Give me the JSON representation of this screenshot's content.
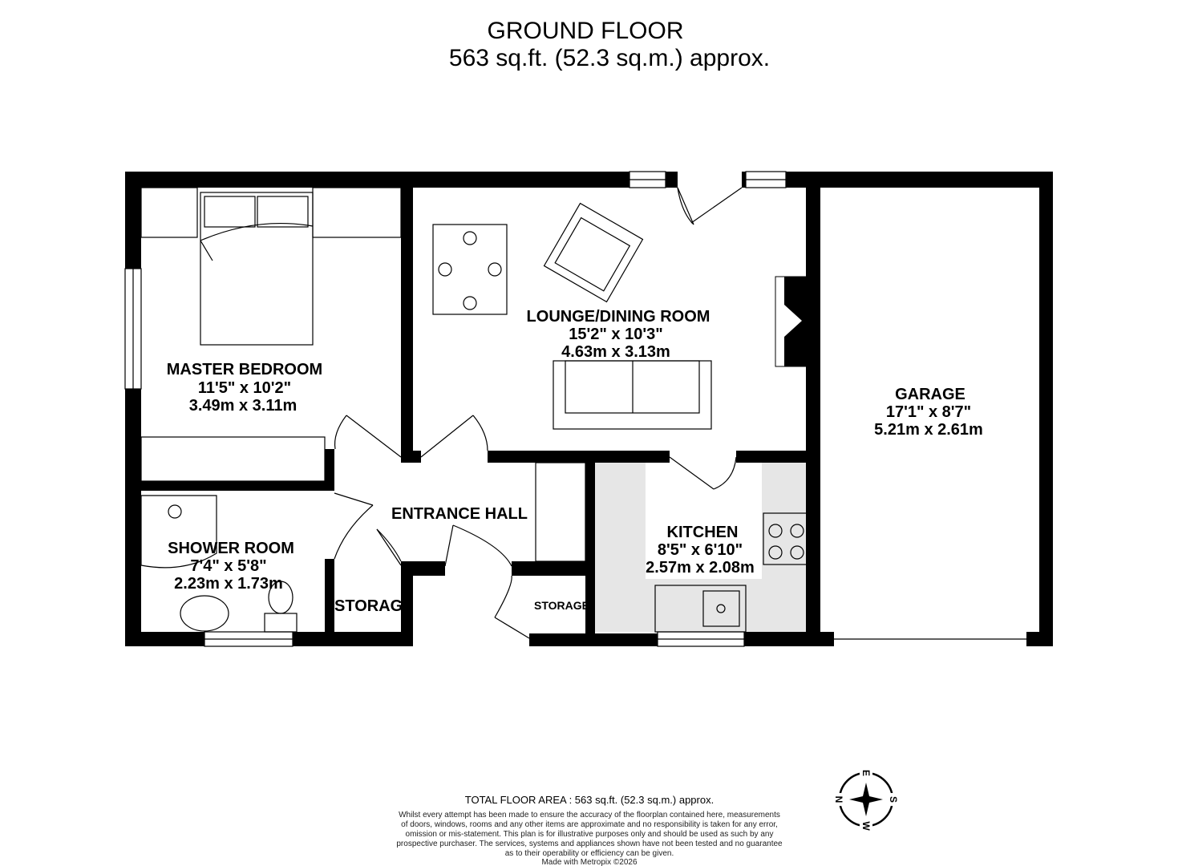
{
  "header": {
    "title": "GROUND FLOOR",
    "area": "563 sq.ft. (52.3 sq.m.) approx."
  },
  "rooms": [
    {
      "name": "MASTER BEDROOM",
      "imperial": "11'5\"  x 10'2\"",
      "metric": "3.49m  x 3.11m"
    },
    {
      "name": "LOUNGE/DINING ROOM",
      "imperial": "15'2\"  x 10'3\"",
      "metric": "4.63m  x 3.13m"
    },
    {
      "name": "GARAGE",
      "imperial": "17'1\"  x 8'7\"",
      "metric": "5.21m  x 2.61m"
    },
    {
      "name": "ENTRANCE HALL"
    },
    {
      "name": "SHOWER ROOM",
      "imperial": "7'4\"  x 5'8\"",
      "metric": "2.23m  x 1.73m"
    },
    {
      "name": "KITCHEN",
      "imperial": "8'5\"  x 6'10\"",
      "metric": "2.57m  x 2.08m"
    },
    {
      "name": "STORAGE"
    },
    {
      "name": "STORAGE"
    }
  ],
  "footer": {
    "total": "TOTAL FLOOR AREA : 563 sq.ft. (52.3 sq.m.) approx.",
    "disclaimer": [
      "Whilst every attempt has been made to ensure the accuracy of the floorplan contained here, measurements",
      "of doors, windows, rooms and any other items are approximate and no responsibility is taken for any error,",
      "omission or mis-statement. This plan is for illustrative purposes only and should be used as such by any",
      "prospective purchaser. The services, systems and appliances shown have not been tested and no guarantee",
      "as to their operability or efficiency can be given."
    ],
    "credit": "Made with Metropix ©2026"
  },
  "compass": {
    "top": "E",
    "right": "S",
    "bottom": "W",
    "left": "N"
  },
  "colors": {
    "wall": "#000000",
    "kitchen_floor": "#e6e6e6"
  }
}
